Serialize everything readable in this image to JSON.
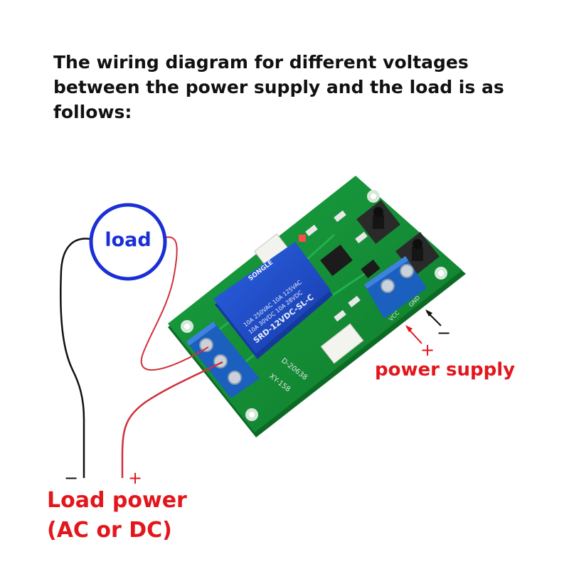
{
  "heading": {
    "line1": "The wiring diagram for different voltages",
    "line2": "between the power supply and the load is as",
    "line3": "follows:"
  },
  "load_label": "load",
  "power_supply": {
    "label": "power supply",
    "plus": "+",
    "minus": "−"
  },
  "load_power": {
    "line1": "Load power",
    "line2": "(AC or DC)",
    "plus": "+",
    "minus": "−"
  },
  "relay": {
    "brand": "SONGLE",
    "ratings_line1": "10A 250VAC  10A 125VAC",
    "ratings_line2": "10A 30VDC  10A 28VDC",
    "model": "SRD-12VDC-SL-C"
  },
  "board": {
    "terminal_vcc": "VCC",
    "terminal_gnd": "GND",
    "code_a": "XY-158",
    "code_b": "D-20638"
  },
  "colors": {
    "text": "#111111",
    "accent_red": "#e3161c",
    "load_blue": "#1a2fd6",
    "pcb_green": "#138c33",
    "relay_blue": "#1f4fd0",
    "terminal_blue": "#1b5fbf"
  }
}
